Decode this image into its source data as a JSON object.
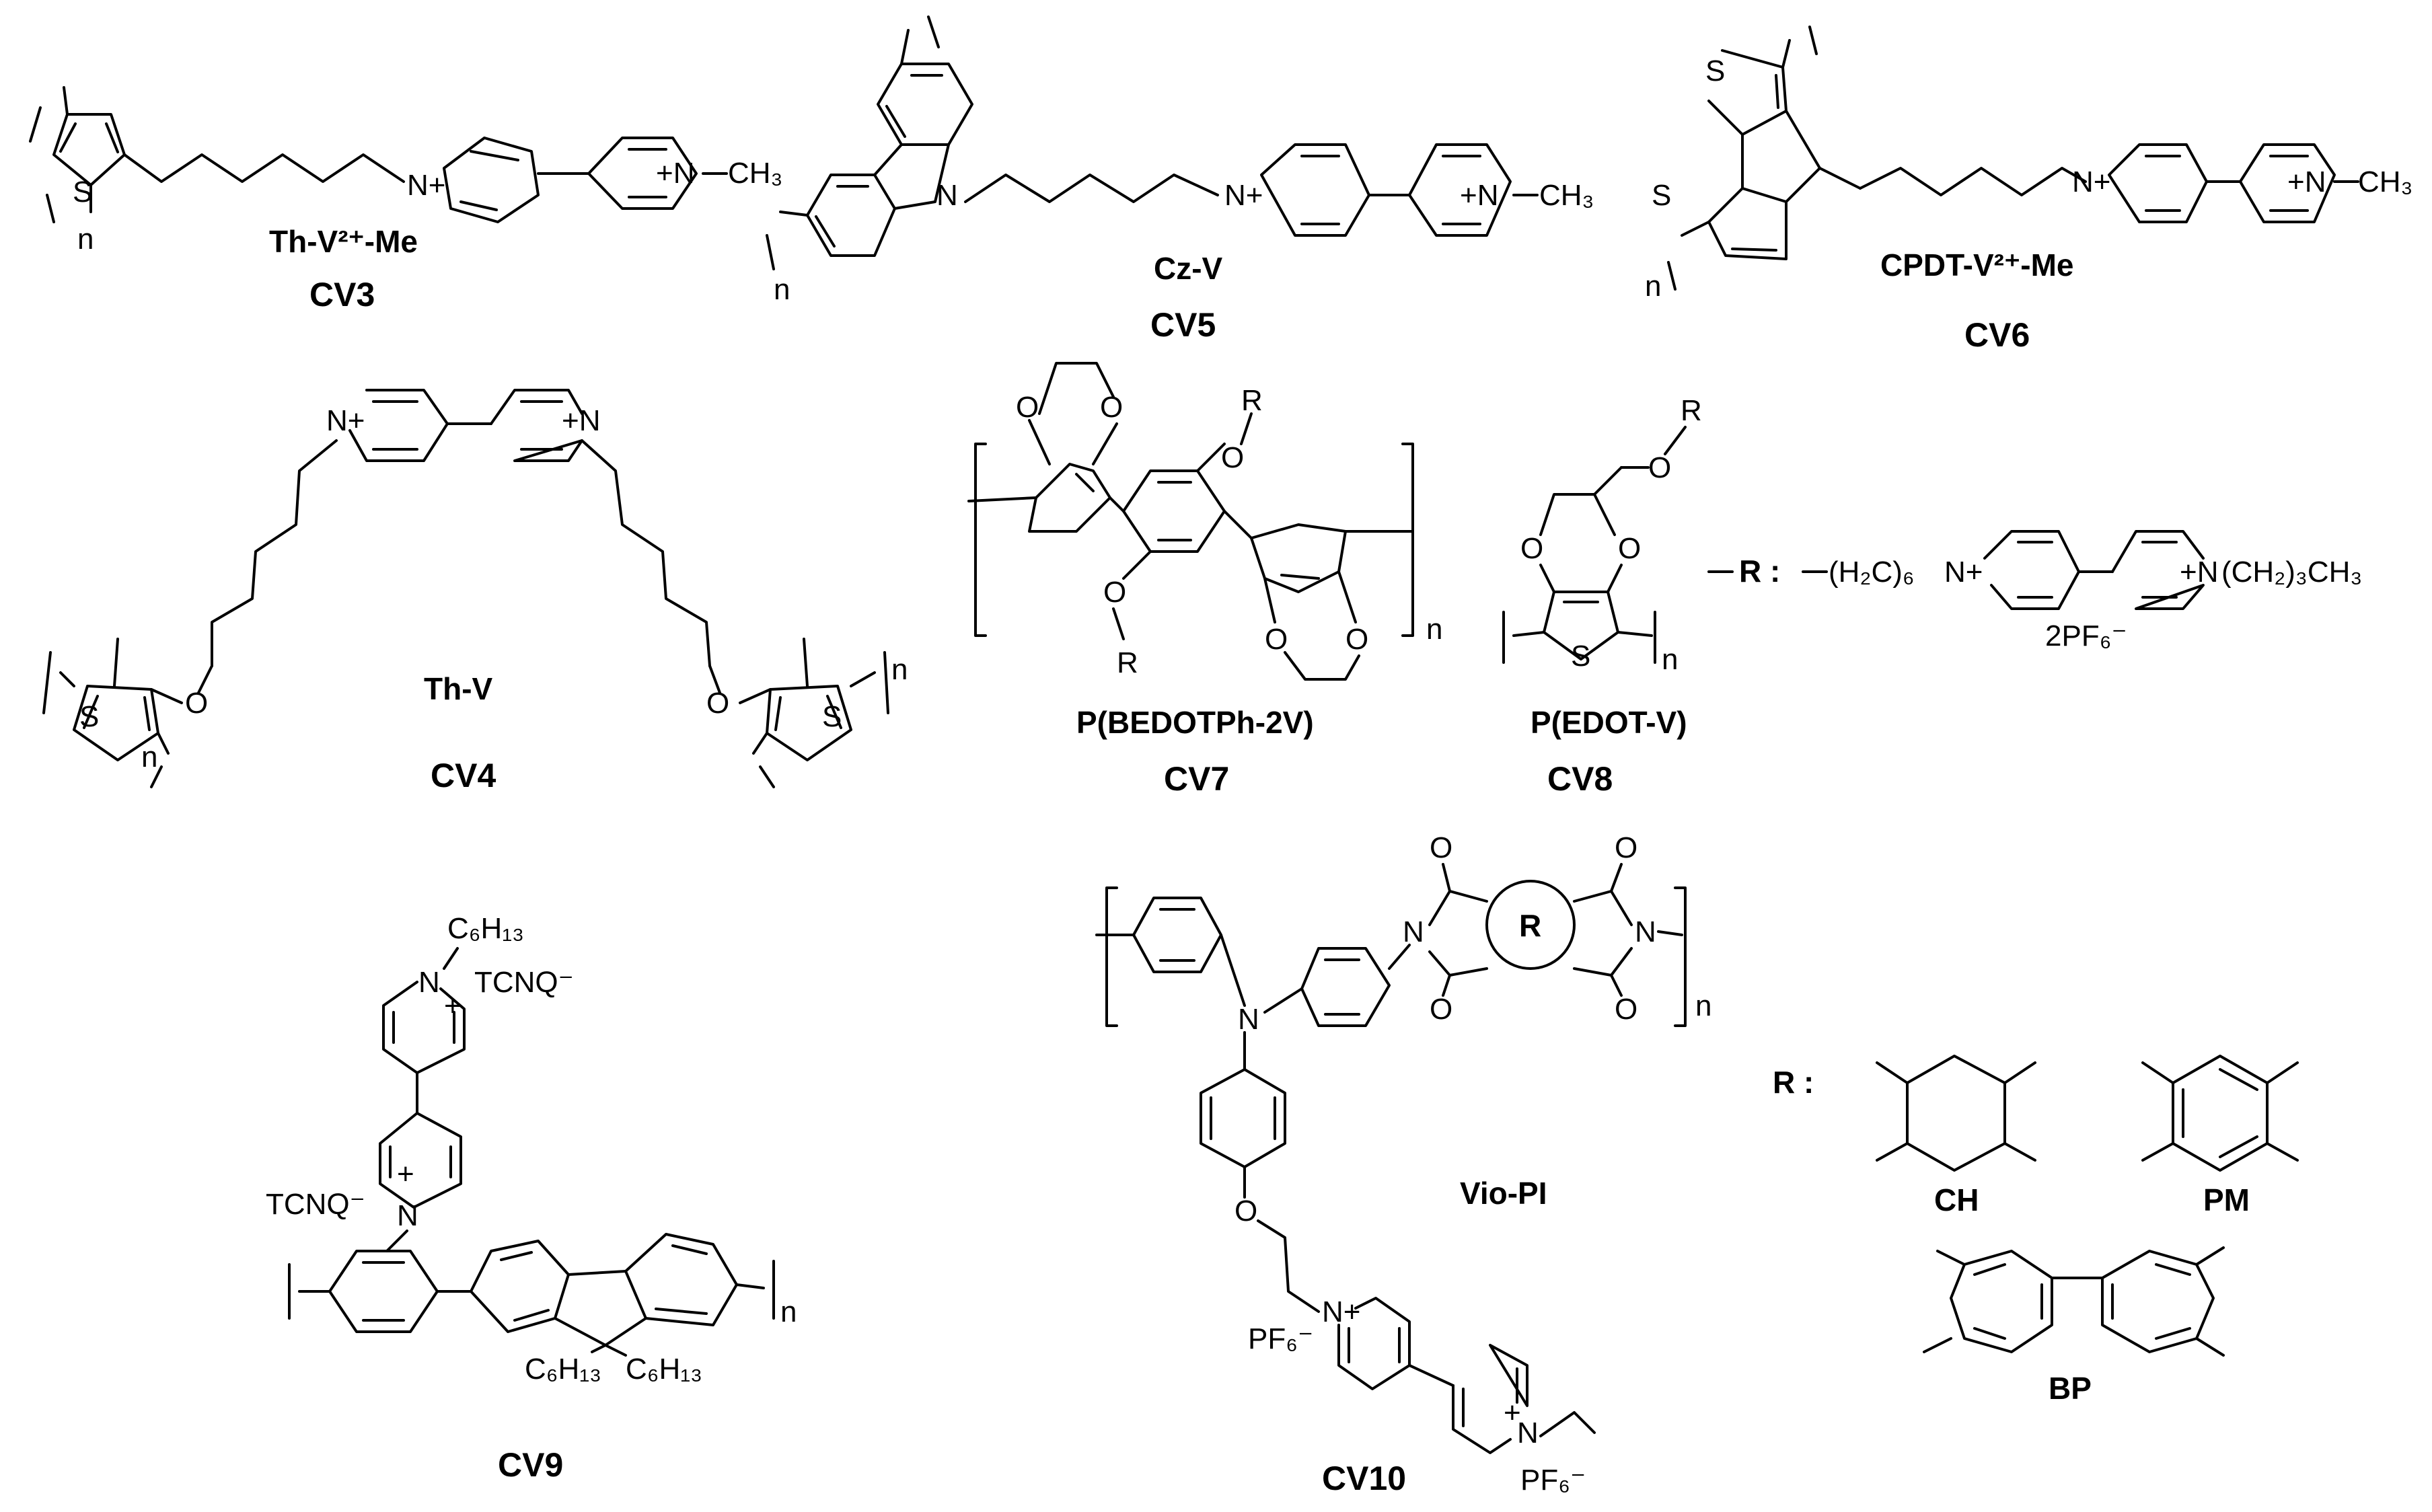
{
  "structures": [
    {
      "code": "CV3",
      "name": "Th-V²⁺-Me"
    },
    {
      "code": "CV5",
      "name": "Cz-V"
    },
    {
      "code": "CV6",
      "name": "CPDT-V²⁺-Me"
    },
    {
      "code": "CV4",
      "name": "Th-V"
    },
    {
      "code": "CV7",
      "name": "P(BEDOTPh-2V)"
    },
    {
      "code": "CV8",
      "name": "P(EDOT-V)"
    },
    {
      "code": "CV9",
      "name": ""
    },
    {
      "code": "CV10",
      "name": "Vio-PI"
    }
  ],
  "atoms": {
    "S": "S",
    "N": "N",
    "O": "O",
    "n": "n",
    "R": "R",
    "n_plus": "N+",
    "plus_n": "+N",
    "methyl": "CH₃",
    "plus": "+"
  },
  "cv8_r": {
    "label": "R :",
    "left_chain": "(H₂C)₆",
    "right_chain": "(CH₂)₃CH₃",
    "counterion": "2PF₆⁻"
  },
  "cv9": {
    "hexyl": "C₆H₁₃",
    "counterion": "TCNQ⁻"
  },
  "cv10": {
    "counterion": "PF₆⁻"
  },
  "r_groups": {
    "label": "R :",
    "items": [
      "CH",
      "PM",
      "BP"
    ]
  }
}
